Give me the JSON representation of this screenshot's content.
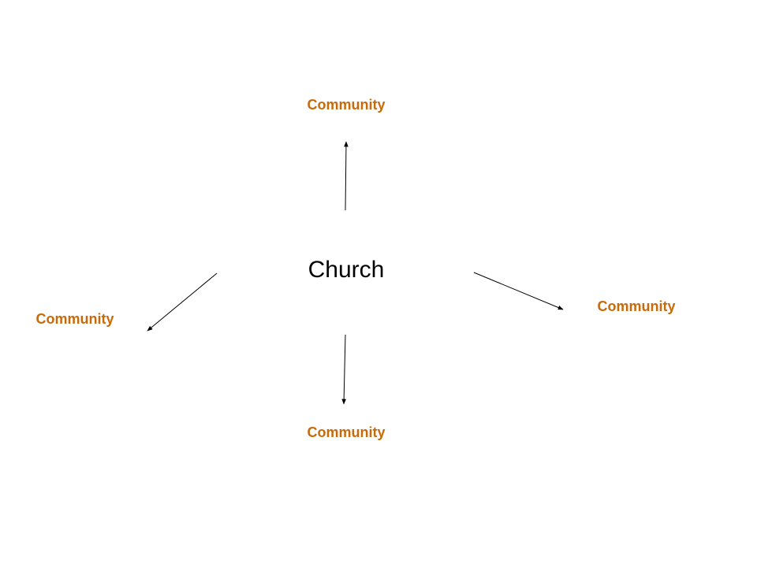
{
  "diagram": {
    "center": {
      "label": "Church",
      "color": "#000000"
    },
    "arrow_color": "#000000",
    "community_color": "#c96a0a",
    "nodes": [
      {
        "id": "top",
        "label": "Community"
      },
      {
        "id": "left",
        "label": "Community"
      },
      {
        "id": "right",
        "label": "Community"
      },
      {
        "id": "bottom",
        "label": "Community"
      }
    ]
  }
}
